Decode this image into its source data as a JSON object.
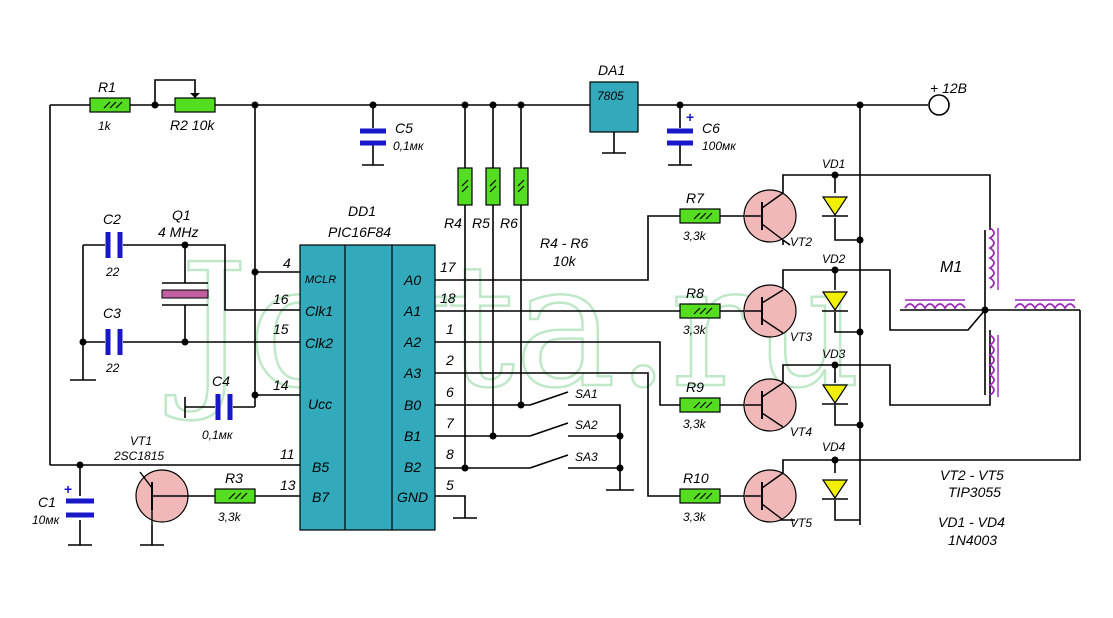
{
  "watermark": "Joyta.ru",
  "supply": {
    "label": "+ 12B"
  },
  "resistors": {
    "r1": {
      "name": "R1",
      "value": "1k"
    },
    "r2": {
      "name_value": "R2 10k"
    },
    "r3": {
      "name": "R3",
      "value": "3,3k"
    },
    "r4": "R4",
    "r5": "R5",
    "r6": "R6",
    "r4_r6": {
      "name": "R4 - R6",
      "value": "10k"
    },
    "r7": {
      "name": "R7",
      "value": "3,3k"
    },
    "r8": {
      "name": "R8",
      "value": "3,3k"
    },
    "r9": {
      "name": "R9",
      "value": "3,3k"
    },
    "r10": {
      "name": "R10",
      "value": "3,3k"
    }
  },
  "capacitors": {
    "c1": {
      "name": "C1",
      "value": "10мк"
    },
    "c2": {
      "name": "C2",
      "value": "22"
    },
    "c3": {
      "name": "C3",
      "value": "22"
    },
    "c4": {
      "name": "C4",
      "value": "0,1мк"
    },
    "c5": {
      "name": "C5",
      "value": "0,1мк"
    },
    "c6": {
      "name": "C6",
      "value": "100мк"
    },
    "polarity": "+"
  },
  "crystal": {
    "name": "Q1",
    "value": "4 MHz"
  },
  "regulator": {
    "name": "DA1",
    "value": "7805"
  },
  "mcu": {
    "name": "DD1",
    "part": "PIC16F84",
    "left_pins": [
      {
        "num": "4",
        "label": "MCLR"
      },
      {
        "num": "16",
        "label": "Clk1"
      },
      {
        "num": "15",
        "label": "Clk2"
      },
      {
        "num": "14",
        "label": "Ucc"
      },
      {
        "num": "11",
        "label": "B5"
      },
      {
        "num": "13",
        "label": "B7"
      }
    ],
    "right_pins": [
      {
        "num": "17",
        "label": "A0"
      },
      {
        "num": "18",
        "label": "A1"
      },
      {
        "num": "1",
        "label": "A2"
      },
      {
        "num": "2",
        "label": "A3"
      },
      {
        "num": "6",
        "label": "B0"
      },
      {
        "num": "7",
        "label": "B1"
      },
      {
        "num": "8",
        "label": "B2"
      },
      {
        "num": "5",
        "label": "GND"
      }
    ]
  },
  "transistors": {
    "vt1": {
      "name": "VT1",
      "part": "2SC1815"
    },
    "vt2": "VT2",
    "vt3": "VT3",
    "vt4": "VT4",
    "vt5": "VT5"
  },
  "diodes": {
    "vd1": "VD1",
    "vd2": "VD2",
    "vd3": "VD3",
    "vd4": "VD4"
  },
  "switches": {
    "sa1": "SA1",
    "sa2": "SA2",
    "sa3": "SA3"
  },
  "motor": {
    "name": "M1"
  },
  "notes": {
    "vt_range": "VT2 - VT5",
    "vt_part": "TIP3055",
    "vd_range": "VD1 - VD4",
    "vd_part": "1N4003"
  },
  "colors": {
    "resistor": "#55dd22",
    "capacitor": "#1818c8",
    "transistor": "#f0b8b8",
    "diode": "#f0f000",
    "regulator": "#33aabb",
    "mcu": "#33aabb",
    "coil": "#9a28b8",
    "watermark": "#bfe8c8"
  }
}
